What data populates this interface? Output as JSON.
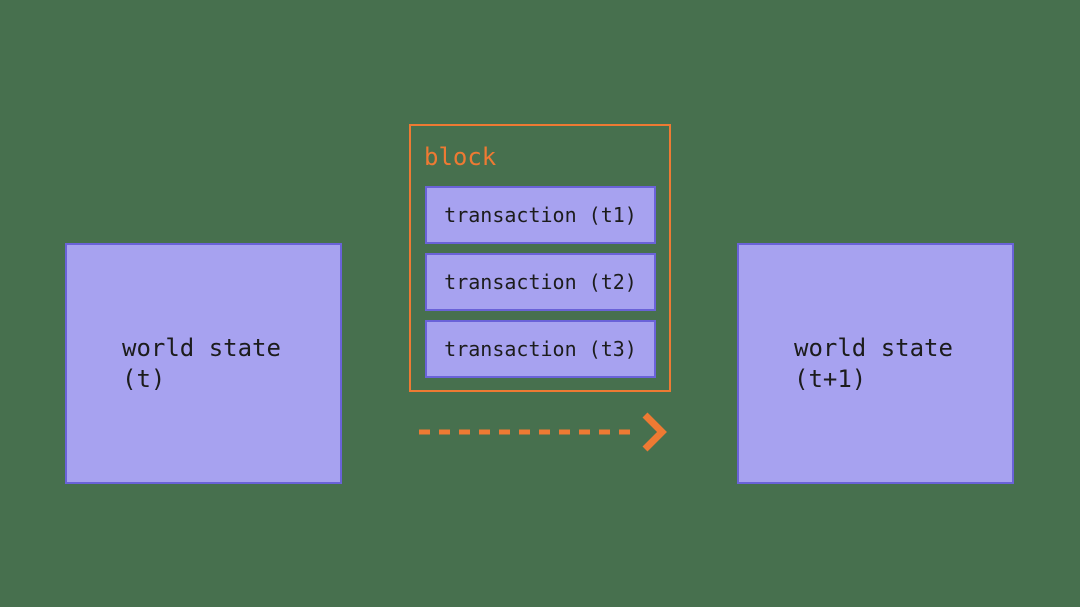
{
  "colors": {
    "background": "#47704E",
    "box_fill": "#A7A2F0",
    "box_border": "#6A62D8",
    "accent_orange": "#EE7A33",
    "text_dark": "#1C1C1C"
  },
  "diagram": {
    "left_state_box": {
      "label": "world state\n(t)"
    },
    "block": {
      "title": "block",
      "transactions": [
        {
          "label": "transaction (t1)"
        },
        {
          "label": "transaction (t2)"
        },
        {
          "label": "transaction (t3)"
        }
      ]
    },
    "right_state_box": {
      "label": "world state\n(t+1)"
    },
    "arrow": {
      "direction": "right",
      "style": "dashed"
    }
  }
}
